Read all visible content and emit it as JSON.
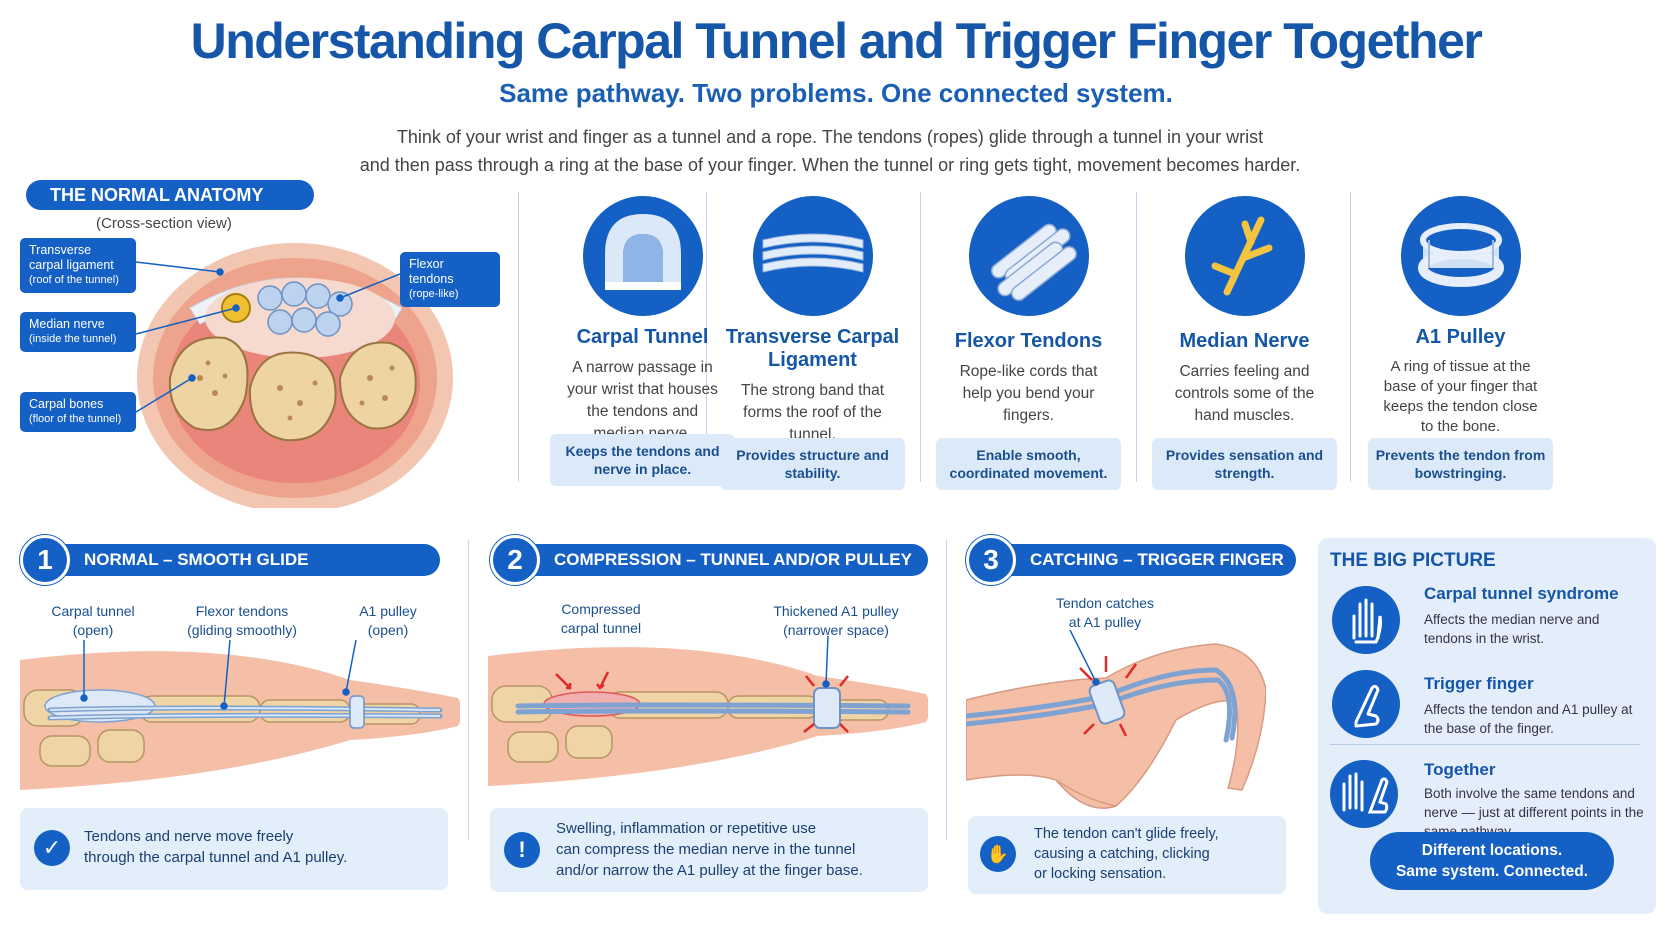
{
  "header": {
    "title": "Understanding Carpal Tunnel and Trigger Finger Together",
    "subtitle": "Same pathway. Two problems. One connected system.",
    "intro_line1": "Think of your wrist and finger as a tunnel and a rope. The tendons (ropes) glide through a tunnel in your wrist",
    "intro_line2": "and then pass through a ring at the base of your finger. When the tunnel or ring gets tight, movement becomes harder."
  },
  "anatomy": {
    "heading": "THE NORMAL ANATOMY",
    "subheading": "(Cross-section view)",
    "callouts": [
      {
        "title": "Transverse carpal ligament",
        "note": "(roof of the tunnel)"
      },
      {
        "title": "Median nerve",
        "note": "(inside the tunnel)"
      },
      {
        "title": "Carpal bones",
        "note": "(floor of the tunnel)"
      },
      {
        "title": "Flexor tendons",
        "note": "(rope-like)"
      }
    ]
  },
  "cards": [
    {
      "title": "Carpal Tunnel",
      "desc": "A narrow passage in your wrist that houses the tendons and median nerve.",
      "benefit": "Keeps the tendons and nerve in place.",
      "icon": "tunnel-icon"
    },
    {
      "title": "Transverse Carpal Ligament",
      "desc": "The strong band that forms the roof of the tunnel.",
      "benefit": "Provides structure and stability.",
      "icon": "ligament-icon"
    },
    {
      "title": "Flexor Tendons",
      "desc": "Rope-like cords that help you bend your fingers.",
      "benefit": "Enable smooth, coordinated movement.",
      "icon": "tendons-icon"
    },
    {
      "title": "Median Nerve",
      "desc": "Carries feeling and controls some of the hand muscles.",
      "benefit": "Provides sensation and strength.",
      "icon": "nerve-icon"
    },
    {
      "title": "A1 Pulley",
      "desc": "A ring of tissue at the base of your finger that keeps the tendon close to the bone.",
      "benefit": "Prevents the tendon from bowstringing.",
      "icon": "pulley-icon"
    }
  ],
  "steps": [
    {
      "num": "1",
      "title": "NORMAL – SMOOTH GLIDE",
      "labels": [
        [
          "Carpal tunnel",
          "(open)"
        ],
        [
          "Flexor tendons",
          "(gliding smoothly)"
        ],
        [
          "A1 pulley",
          "(open)"
        ]
      ],
      "info": [
        "Tendons and nerve move freely",
        "through the carpal tunnel and A1 pulley."
      ]
    },
    {
      "num": "2",
      "title": "COMPRESSION – TUNNEL AND/OR PULLEY",
      "labels": [
        [
          "Compressed",
          "carpal tunnel"
        ],
        [
          "Thickened A1 pulley",
          "(narrower space)"
        ]
      ],
      "info": [
        "Swelling, inflammation or repetitive use",
        "can compress the median nerve in the tunnel",
        "and/or narrow the A1 pulley at the finger base."
      ]
    },
    {
      "num": "3",
      "title": "CATCHING – TRIGGER FINGER",
      "labels": [
        [
          "Tendon catches",
          "at A1 pulley"
        ]
      ],
      "info": [
        "The tendon can't glide freely,",
        "causing a catching, clicking",
        "or locking sensation."
      ]
    }
  ],
  "big_picture": {
    "heading": "THE BIG PICTURE",
    "items": [
      {
        "title": "Carpal tunnel syndrome",
        "desc": "Affects the median nerve and tendons in the wrist.",
        "icon": "hand-icon"
      },
      {
        "title": "Trigger finger",
        "desc": "Affects the tendon and A1 pulley at the base of the finger.",
        "icon": "finger-icon"
      },
      {
        "title": "Together",
        "desc": "Both involve the same tendons and nerve — just at different points in the same pathway.",
        "icon": "hands-icon"
      }
    ],
    "footer_line1": "Different locations.",
    "footer_line2": "Same system. Connected."
  },
  "colors": {
    "primary": "#1460c4",
    "heading": "#1556a8",
    "panel": "#e2eefa",
    "tendon": "#9fb9dc",
    "skin": "#f4b89f",
    "bone": "#efd5a5",
    "alert": "#e02a2a"
  }
}
